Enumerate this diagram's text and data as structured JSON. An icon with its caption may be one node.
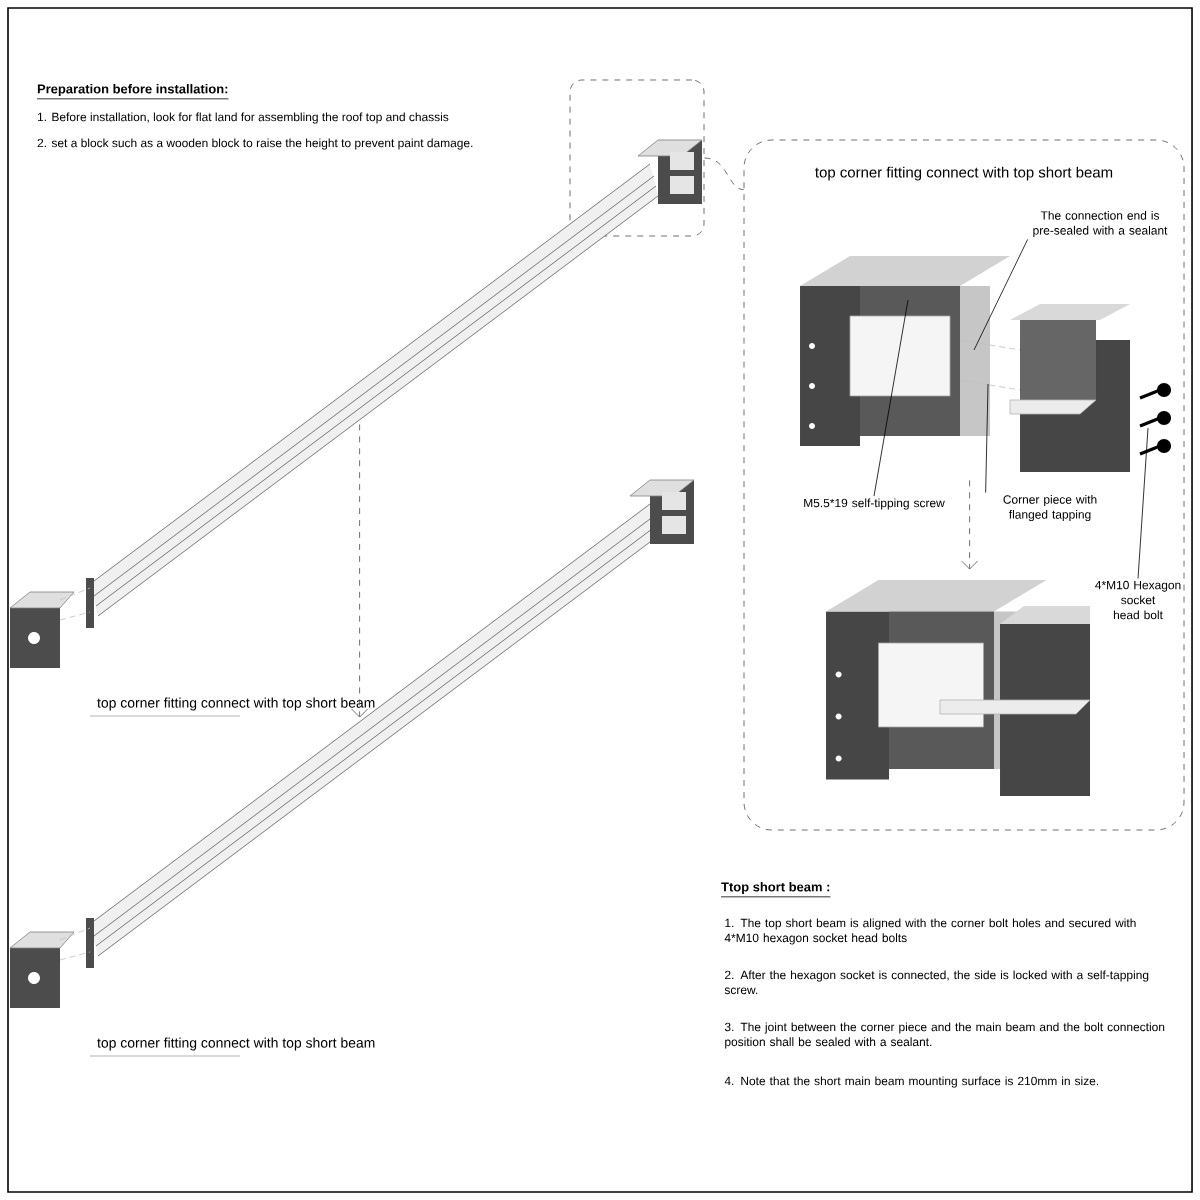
{
  "diagram": {
    "nodes": [
      {
        "text": [],
        "shape": "box"
      },
      {
        "text": [
          "top corner fitting connect with top short beam"
        ]
      },
      {
        "text": [],
        "shape": "picture",
        "in": 1
      },
      {
        "text": [],
        "shape": "picture",
        "in": 1
      },
      {
        "text": [
          "The connection end is pre-sealed with a sealant"
        ],
        "in": 1
      },
      {
        "text": [
          "M5.5*19 self-tipping screw"
        ],
        "in": 1
      },
      {
        "text": [
          "Corner piece with flanged tapping"
        ],
        "in": 1
      },
      {
        "text": [
          "4*M10 Hexagon socket head bolt"
        ],
        "in": 1
      },
      {
        "text": [],
        "shape": "picture",
        "beside": [
          "top corner fitting connect with top short beam"
        ]
      },
      {
        "text": [],
        "shape": "picture",
        "beside": [
          "top corner fitting connect with top short beam"
        ]
      }
    ],
    "edges": [
      {
        "from": 0,
        "to": 1,
        "arrow": "none",
        "style": "dashed"
      },
      {
        "from": 2,
        "to": 3,
        "arrow": "to",
        "style": "dashed"
      },
      {
        "from": 8,
        "to": 9,
        "arrow": "to",
        "style": "dashed"
      },
      {
        "from": 4,
        "to": 2,
        "arrow": "none"
      },
      {
        "from": 5,
        "to": 2,
        "arrow": "none"
      },
      {
        "from": 6,
        "to": 2,
        "arrow": "none"
      },
      {
        "from": 7,
        "to": 2,
        "arrow": "none"
      }
    ],
    "labels": [
      "Preparation before installation:",
      "1. Before installation, look for flat land for assembling the roof top and chassis",
      "2. set a block such as a wooden block to raise the height to prevent paint damage.",
      "Ttop short beam :",
      "1. The top short beam is aligned with the corner bolt holes and secured with 4*M10 hexagon socket head bolts",
      "2. After the hexagon socket is connected, the side is locked with a self-tapping screw.",
      "3. The joint between the corner piece and the main beam and the bolt connection position shall be sealed with a sealant.",
      "4. Note that the short main beam mounting surface is 210mm in size."
    ]
  }
}
